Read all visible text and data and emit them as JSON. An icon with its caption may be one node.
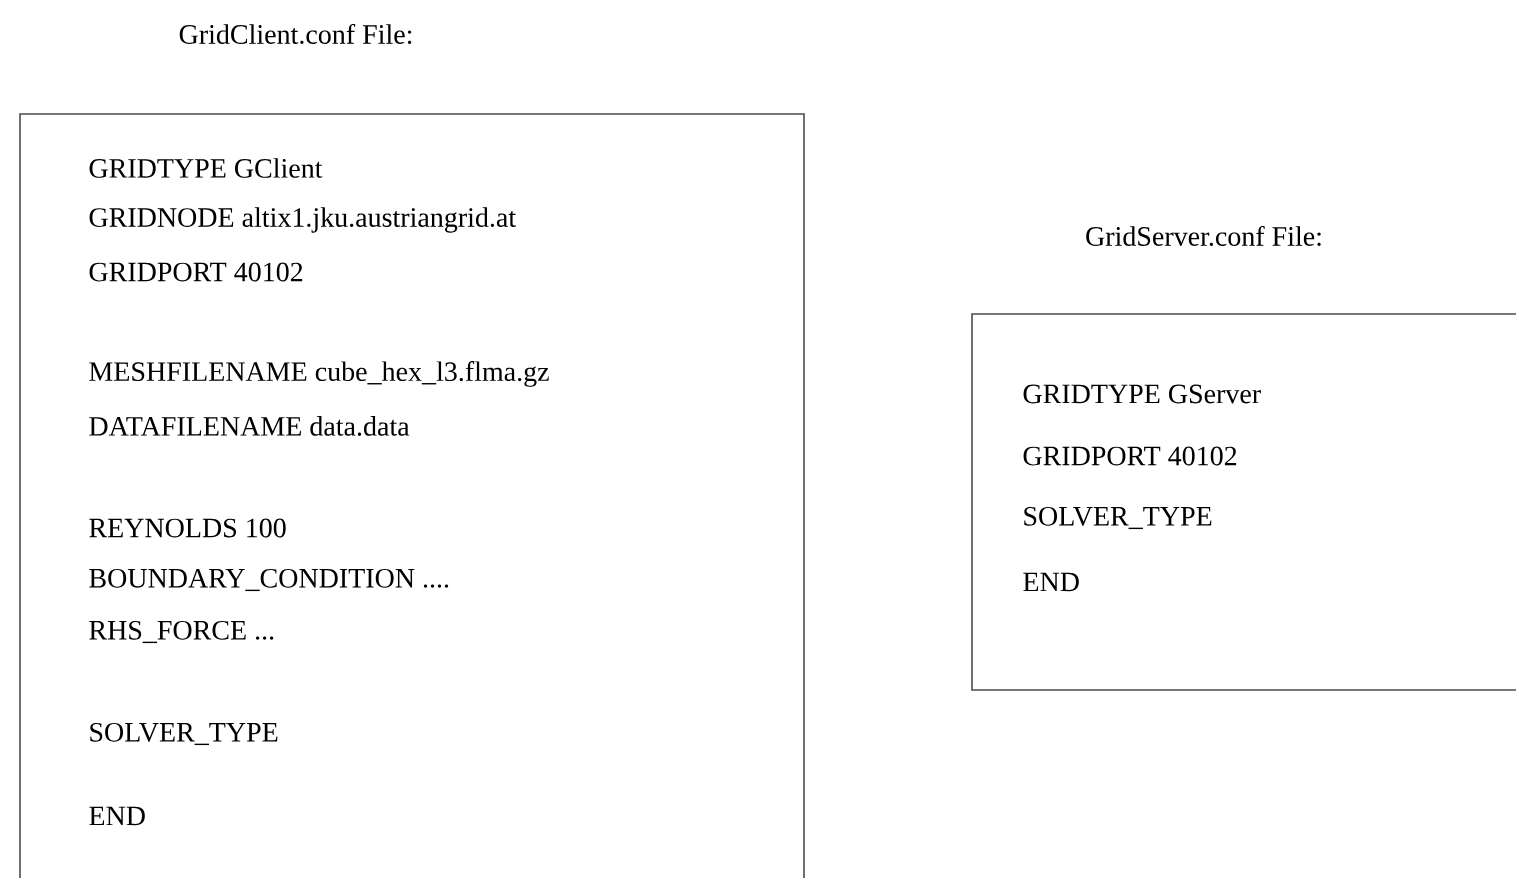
{
  "diagram": {
    "nodes": [
      {
        "text": [
          "GridClient.conf File:",
          "GRIDTYPE GClient",
          "GRIDNODE altix1.jku.austriangrid.at",
          "GRIDPORT 40102",
          "MESHFILENAME cube_hex_l3.flma.gz",
          "DATAFILENAME data.data",
          "REYNOLDS 100",
          "BOUNDARY_CONDITION ....",
          "RHS_FORCE ...",
          "SOLVER_TYPE",
          "END"
        ]
      },
      {
        "text": [
          "GridServer.conf File:",
          "GRIDTYPE GServer",
          "GRIDPORT 40102",
          "SOLVER_TYPE",
          "END"
        ]
      }
    ]
  }
}
